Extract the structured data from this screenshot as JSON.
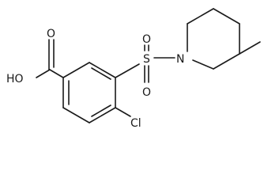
{
  "labels": {
    "hydroxyl": "HO",
    "carbonyl_oxygen": "O",
    "sulfur": "S",
    "sulfonyl_oxygen_top": "O",
    "sulfonyl_oxygen_bottom": "O",
    "nitrogen": "N",
    "chlorine": "Cl"
  }
}
